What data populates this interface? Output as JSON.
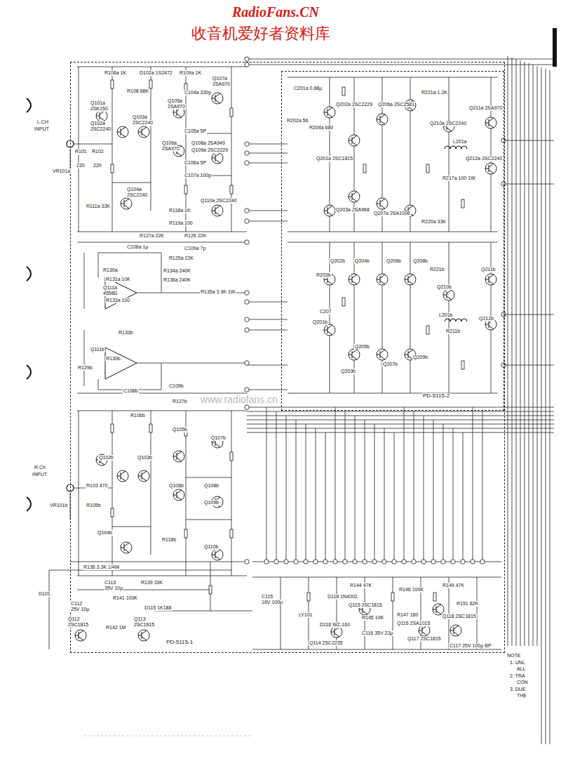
{
  "diagram": {
    "nodes": [
      {
        "text": [
          "PD-5115-1"
        ]
      },
      {
        "text": [
          "PD-5115-2"
        ],
        "in": 0
      }
    ],
    "labels": [
      "RadioFans.CN",
      "收音机爱好者资料库",
      "L.CH",
      "INPUT",
      "VR101a",
      "R101",
      "220",
      "R102",
      "220",
      "R106a 1K",
      "D102a 1S2472",
      "R109a 1K",
      "Q107a",
      "2SA970",
      "R108 68K",
      "C104a 330p",
      "Q105a",
      "2SA970",
      "Q101a",
      "2SK150",
      "Q102a",
      "2SC2240",
      "Q103a",
      "2SC2240",
      "C105a 5P",
      "Q106a",
      "2SA970",
      "Q108a 2SA949",
      "Q109a 2SC2229",
      "C106a 5P",
      "C107a 100p",
      "Q104a",
      "2SC2240",
      "R111a 33K",
      "Q110a 2SC2240",
      "R118a 1K",
      "R119a 100",
      "R127a 22K",
      "R126 22K",
      "C108a 1μ",
      "C109a 7p",
      "R125a 22K",
      "R130a",
      "R131a 10K",
      "Q111a",
      "4558D",
      "R133a 100",
      "R134a 240K",
      "R136a 240K",
      "R135a 3.9K 1W",
      "R133b",
      "Q111b",
      "R130b",
      "R129b",
      "C108b",
      "C109b",
      "R127b",
      "R106b",
      "Q105b",
      "Q107b",
      "Q102b",
      "Q103b",
      "R.Ch",
      "INPUT",
      "R103 470",
      "Q106b",
      "Q108b",
      "Q109b",
      "VR101b",
      "R105b",
      "Q104b",
      "R118b",
      "Q110b",
      "R136 3.3K 1/4W",
      "D101",
      "C113",
      "35V 10μ",
      "R139 33K",
      "R141 100K",
      "C112",
      "25V 10μ",
      "D115 1K188",
      "Q112",
      "2SC1815",
      "R142 1M",
      "Q113",
      "2SC1815",
      "C115",
      "16V 100μ",
      "LY101",
      "D118 1N4002",
      "R144 47K",
      "Q115 2SC1815",
      "R145 10K",
      "D116 WZ-160",
      "Q114 2SC2235",
      "C116 35V 22μ",
      "R146 100K",
      "R147 180",
      "Q116 2SA1015",
      "Q117 2SC1815",
      "R149 47K",
      "R151 82K",
      "Q118 2SC1815",
      "C117 25V 100μ BP",
      "C201a 0.68μ",
      "R202a 56",
      "R204a 680",
      "Q202a 2SC2229",
      "Q206a 2SC2581",
      "R221a 1.2K",
      "Q210a 2SC2240",
      "Q211a 2SA970",
      "Q201a 2SC1815",
      "L201a",
      "Q212a 2SC2240",
      "R217a 100 1W",
      "Q203a 2SA968",
      "Q207a 2SA1006",
      "R220a 33K",
      "Q202b",
      "Q204b",
      "Q206b",
      "Q208b",
      "R221b",
      "Q211b",
      "R203b",
      "Q210b",
      "C207",
      "L201b",
      "Q212b",
      "Q201b",
      "R211b",
      "Q205b",
      "Q209b",
      "Q207b",
      "Q203b",
      "www.radiofans.cn",
      "NOTE",
      "1. UNL",
      "ALL",
      "2. TRA",
      "CON",
      "3. DUE",
      "THE"
    ]
  }
}
